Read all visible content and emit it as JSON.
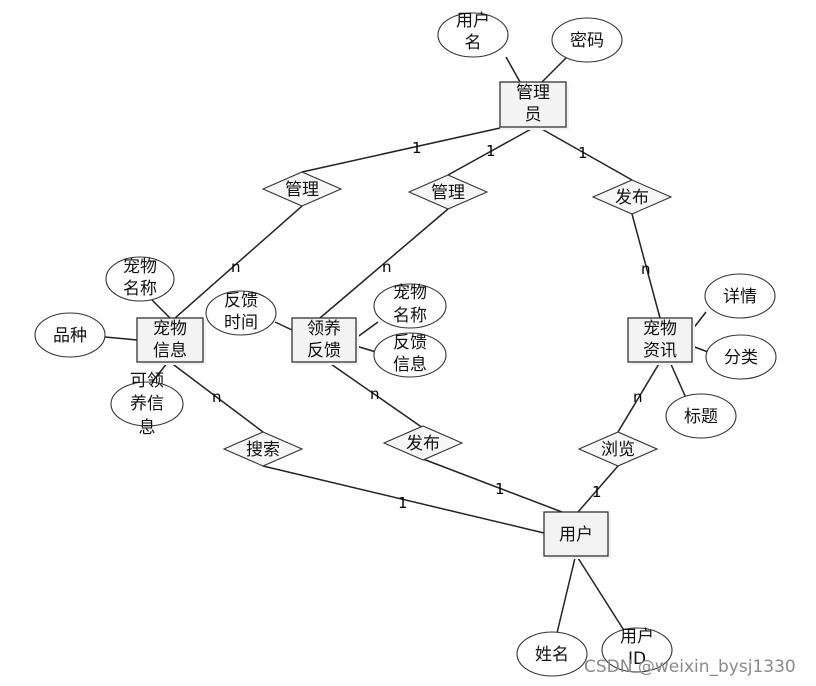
{
  "entities": {
    "admin": [
      "管理",
      "员"
    ],
    "pet_info": [
      "宠物",
      "信息"
    ],
    "adopt_feedback": [
      "领养",
      "反馈"
    ],
    "pet_news": [
      "宠物",
      "资讯"
    ],
    "user": [
      "用户"
    ]
  },
  "attributes": {
    "admin_username": [
      "用户",
      "名"
    ],
    "admin_password": [
      "密码"
    ],
    "pet_name": [
      "宠物",
      "名称"
    ],
    "breed": [
      "品种"
    ],
    "adoptable_info": [
      "可领",
      "养信",
      "息"
    ],
    "feedback_time": [
      "反馈",
      "时间"
    ],
    "feedback_pet_name": [
      "宠物",
      "名称"
    ],
    "feedback_info": [
      "反馈",
      "信息"
    ],
    "news_detail": [
      "详情"
    ],
    "news_category": [
      "分类"
    ],
    "news_title": [
      "标题"
    ],
    "user_name": [
      "姓名"
    ],
    "user_id": [
      "用户",
      "ID"
    ]
  },
  "relationships": {
    "manage_pets": "管理",
    "manage_feedback": "管理",
    "publish_news": "发布",
    "search": "搜索",
    "publish_feedback": "发布",
    "browse": "浏览"
  },
  "cardinalities": {
    "admin_manage_pets": "1",
    "admin_manage_feedback": "1",
    "admin_publish_news": "1",
    "pets_manage": "n",
    "feedback_manage": "n",
    "news_publish": "n",
    "pets_search": "n",
    "user_search": "1",
    "feedback_publish": "n",
    "user_publish": "1",
    "news_browse": "n",
    "user_browse": "1"
  },
  "watermark": "CSDN @weixin_bysj1330"
}
